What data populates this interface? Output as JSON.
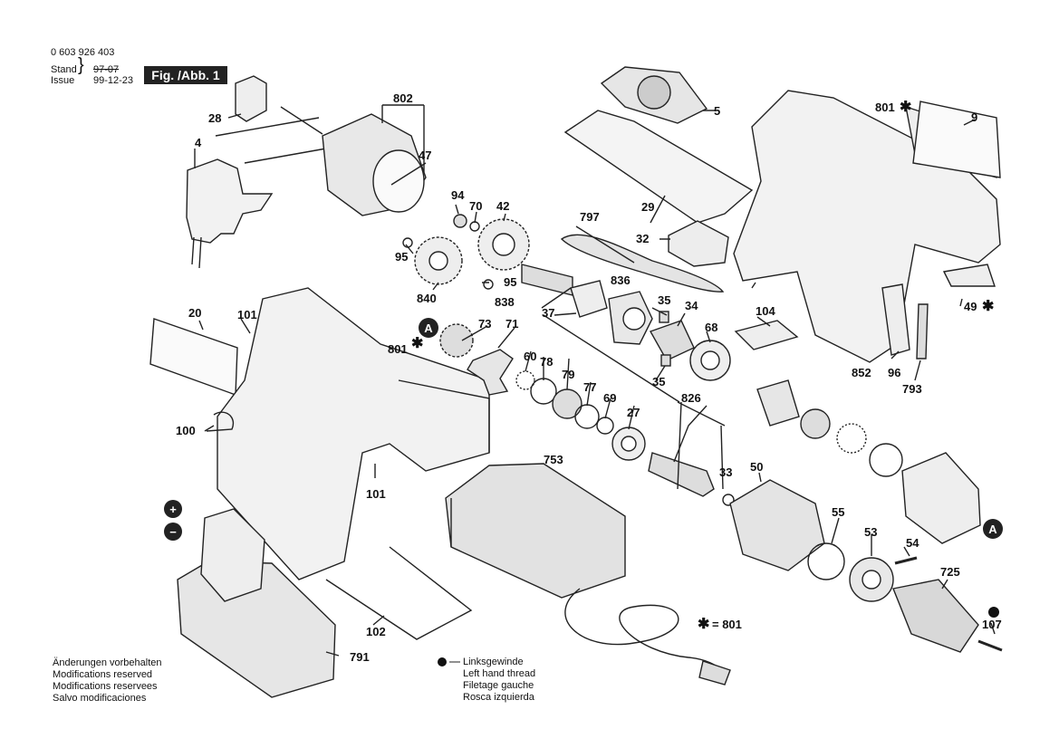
{
  "header": {
    "doc_number": "0 603 926 403",
    "stand_label": "Stand",
    "issue_label": "Issue",
    "stand_date": "97-07",
    "issue_date": "99-12-23",
    "figure_label": "Fig. /Abb. 1"
  },
  "callouts": {
    "c28": "28",
    "c4": "4",
    "c802": "802",
    "c47": "47",
    "c5": "5",
    "c801a": "801",
    "c9": "9",
    "c94": "94",
    "c70": "70",
    "c42": "42",
    "c797": "797",
    "c29": "29",
    "c32": "32",
    "c95a": "95",
    "c95b": "95",
    "c840": "840",
    "c836": "836",
    "c838": "838",
    "c49": "49",
    "c37": "37",
    "c35a": "35",
    "c34": "34",
    "c104": "104",
    "c20": "20",
    "c101a": "101",
    "c73": "73",
    "c71": "71",
    "c801b": "801",
    "c68": "68",
    "c60": "60",
    "c78": "78",
    "c79": "79",
    "c77": "77",
    "c69": "69",
    "c35b": "35",
    "c852": "852",
    "c96": "96",
    "c793": "793",
    "c826": "826",
    "c27": "27",
    "c100": "100",
    "c753": "753",
    "c50": "50",
    "c33": "33",
    "c101b": "101",
    "c55": "55",
    "c53": "53",
    "c54": "54",
    "c725": "725",
    "c102": "102",
    "c791": "791",
    "c107": "107",
    "c801c": "= 801",
    "markerA1": "A",
    "markerA2": "A",
    "plus": "+",
    "minus": "−"
  },
  "notes": {
    "modifications": [
      "Änderungen vorbehalten",
      "Modifications reserved",
      "Modifications reservees",
      "Salvo modificaciones"
    ],
    "left_thread": [
      "Linksgewinde",
      "Left hand thread",
      "Filetage gauche",
      "Rosca izquierda"
    ]
  }
}
